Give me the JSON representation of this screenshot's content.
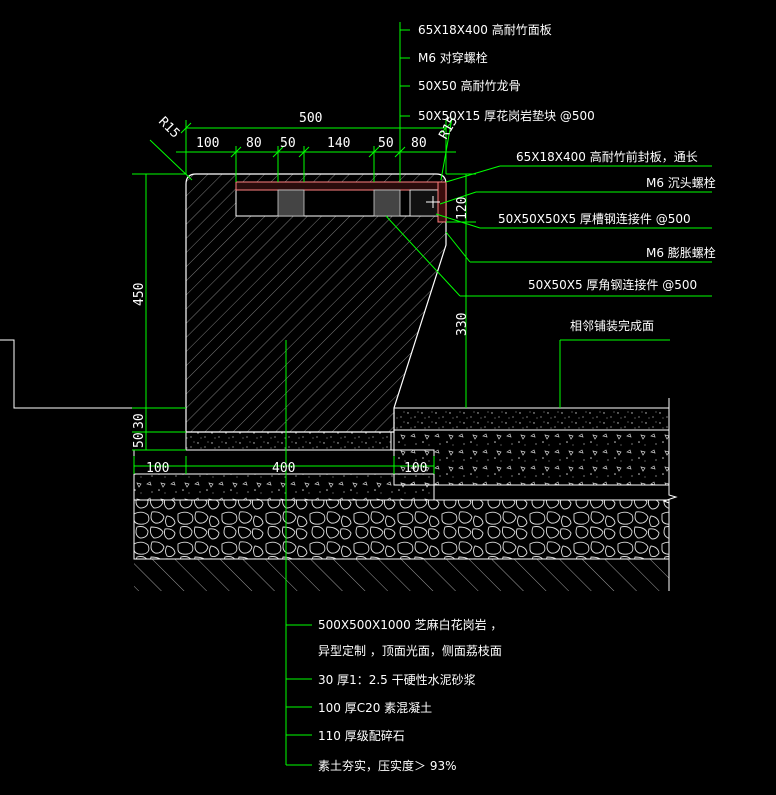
{
  "top_notes": [
    "65X18X400  高耐竹面板",
    "M6  对穿螺栓",
    "50X50  高耐竹龙骨",
    "50X50X15  厚花岗岩垫块    @500"
  ],
  "right_notes": [
    "65X18X400   高耐竹前封板，通长",
    "M6  沉头螺栓",
    "50X50X50X5   厚槽钢连接件    @500",
    "M6  膨胀螺栓",
    "50X50X5  厚角钢连接件    @500"
  ],
  "adjacent_label": "相邻铺装完成面",
  "bottom_notes": [
    "500X500X1000    芝麻白花岗岩     ，",
    "异型定制  ，顶面光面，侧面荔枝面",
    "30 厚1：2.5 干硬性水泥砂浆",
    "100  厚C20  素混凝土",
    "110  厚级配碎石",
    "素土夯实，压实度＞    93%"
  ],
  "dims": {
    "total_width": "500",
    "segments": [
      "100",
      "80",
      "50",
      "140",
      "50",
      "80"
    ],
    "radius_left": "R15",
    "radius_right": "R15",
    "height": "450",
    "h_120": "120",
    "h_330": "330",
    "h_30": "30",
    "h_50": "50",
    "base_left": "100",
    "base_mid": "400",
    "base_right": "100"
  }
}
